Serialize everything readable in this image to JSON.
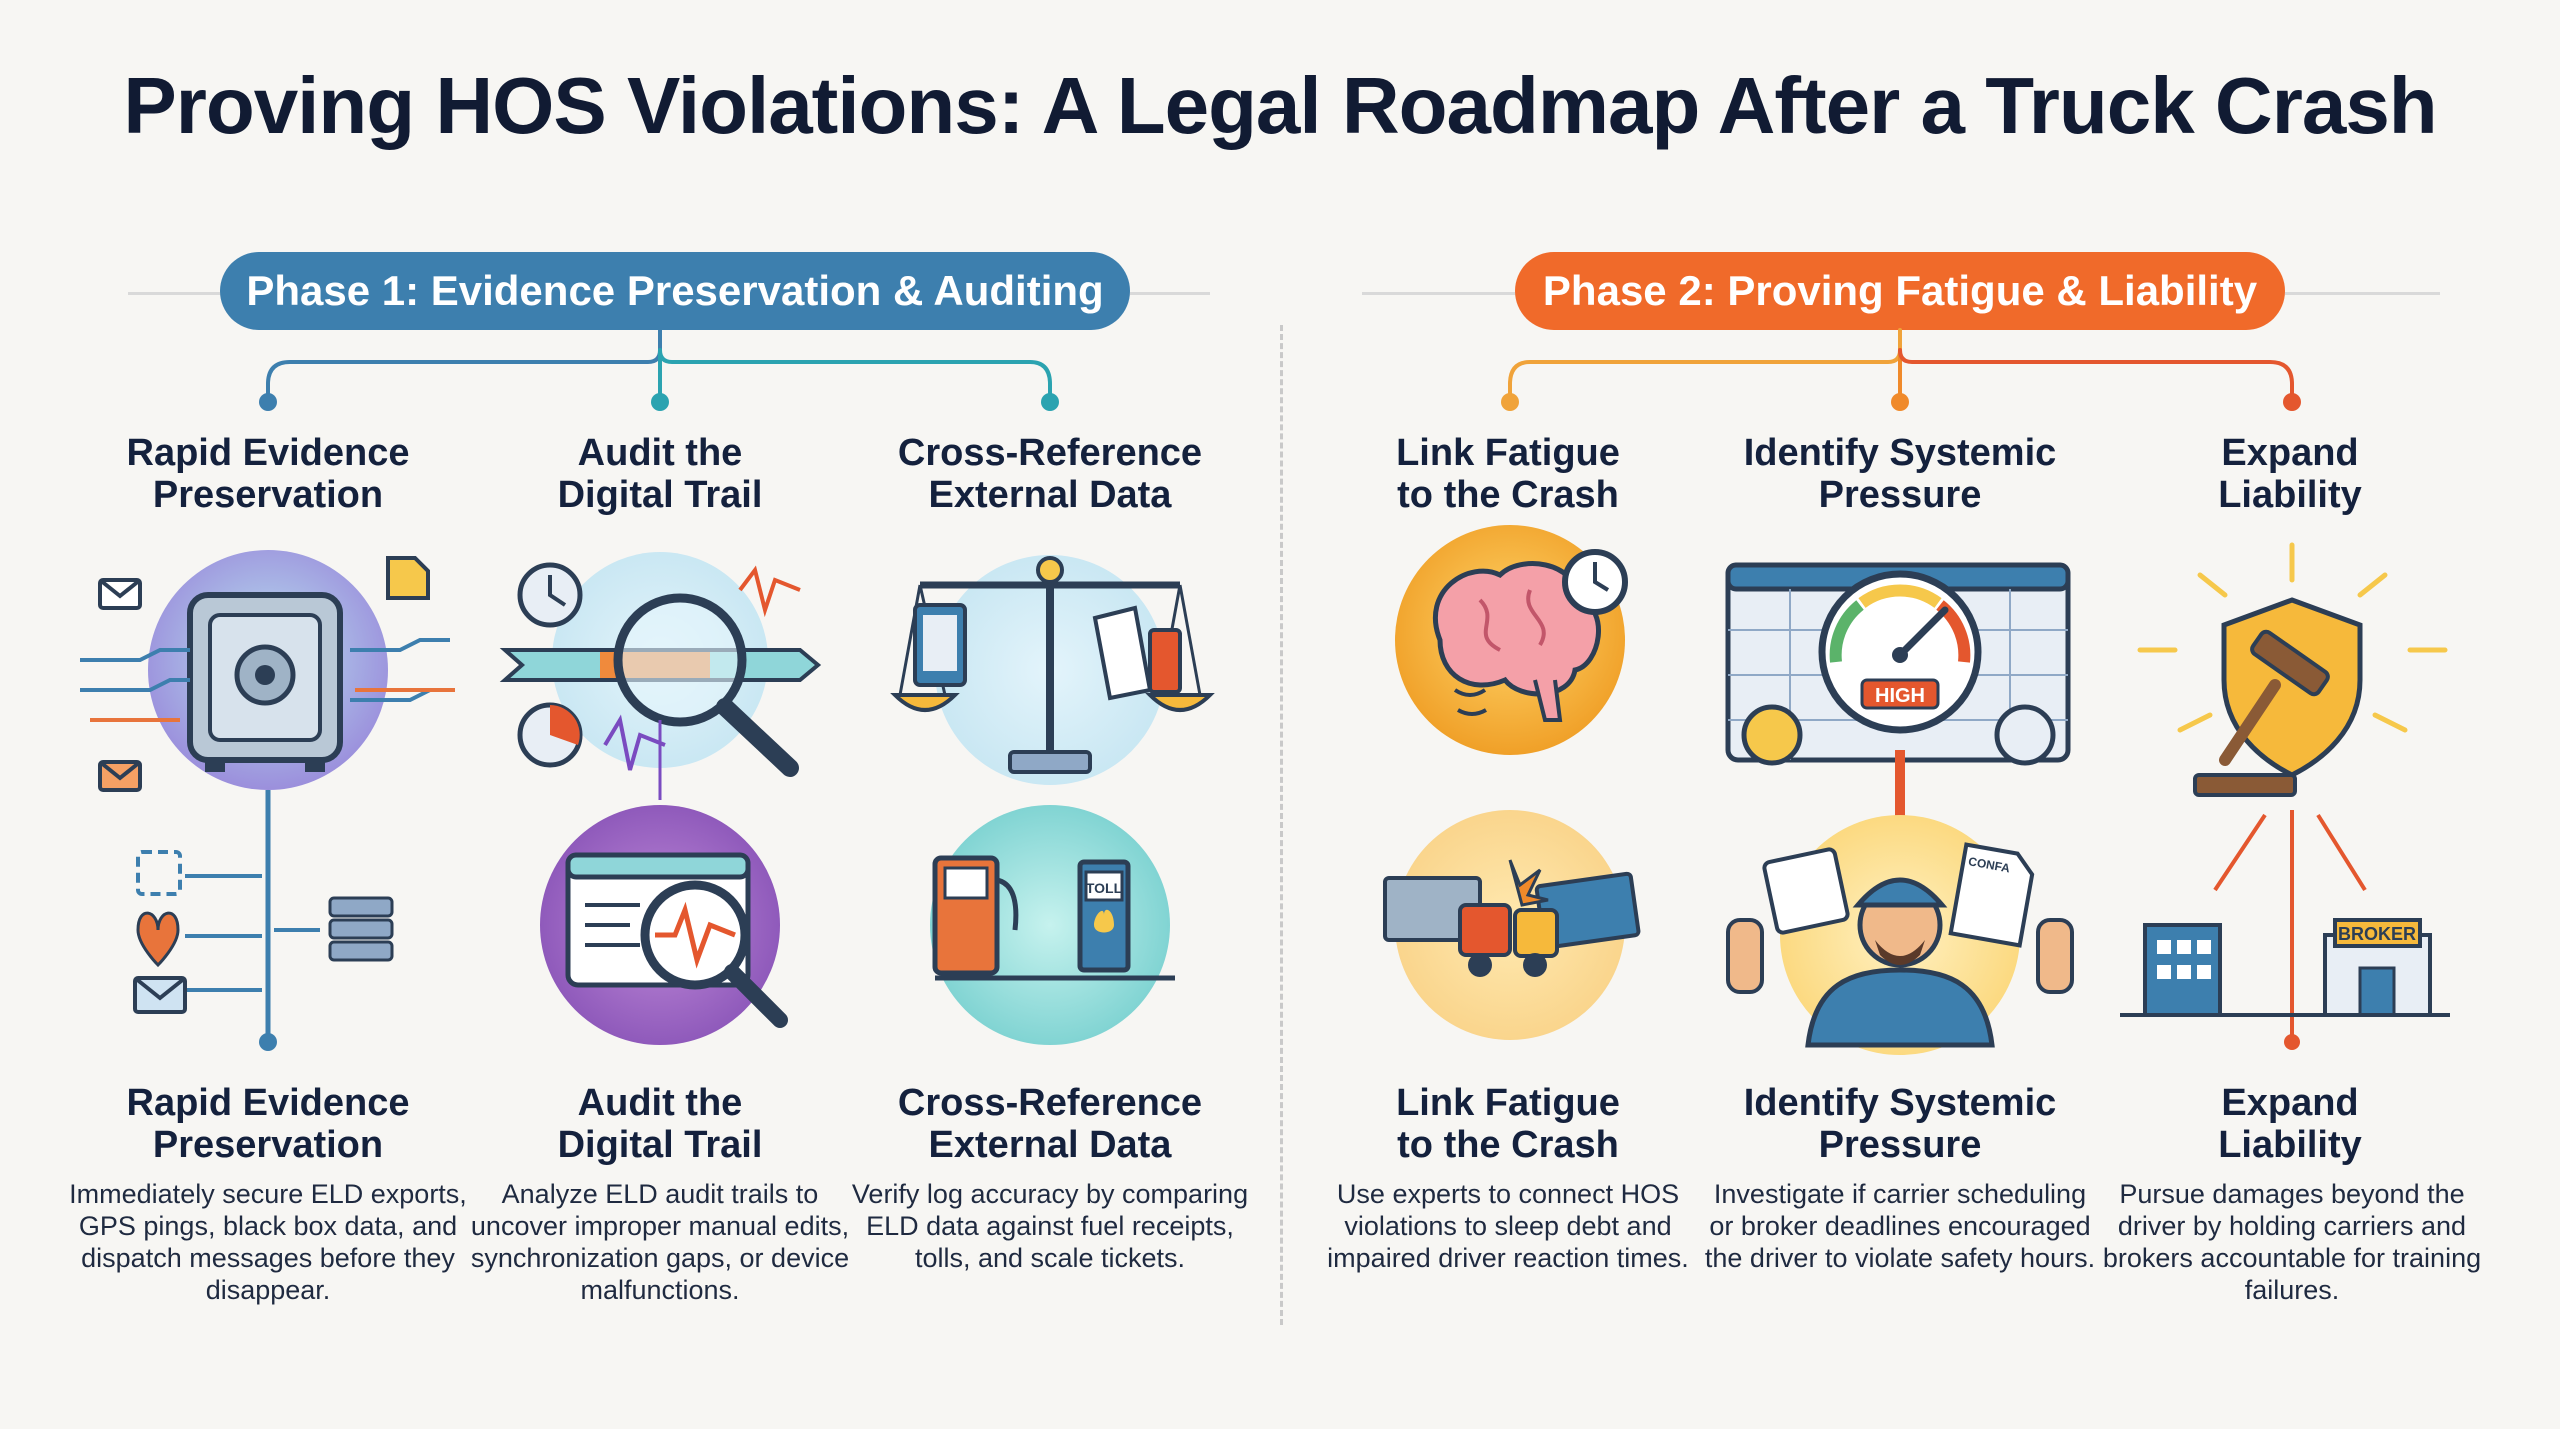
{
  "title": "Proving HOS Violations: A Legal Roadmap After a Truck Crash",
  "phases": [
    {
      "label": "Phase 1: Evidence Preservation & Auditing",
      "color": "#3d7fae"
    },
    {
      "label": "Phase 2: Proving Fatigue & Liability",
      "color": "#f06a2a"
    }
  ],
  "steps": [
    {
      "heading_line1": "Rapid Evidence",
      "heading_line2": "Preservation",
      "description": "Immediately secure ELD exports, GPS pings, black box data, and dispatch messages before they disappear.",
      "icon": "safe-vault-icon"
    },
    {
      "heading_line1": "Audit the",
      "heading_line2": "Digital Trail",
      "description": "Analyze ELD audit trails to uncover improper manual edits, synchronization gaps, or device malfunctions.",
      "icon": "magnifier-timeline-icon"
    },
    {
      "heading_line1": "Cross-Reference",
      "heading_line2": "External Data",
      "description": "Verify log accuracy by comparing ELD data against fuel receipts, tolls, and scale tickets.",
      "icon": "balance-scale-icon"
    },
    {
      "heading_line1": "Link Fatigue",
      "heading_line2": "to the Crash",
      "description": "Use experts to connect HOS violations to sleep debt and impaired driver reaction times.",
      "icon": "tired-brain-icon"
    },
    {
      "heading_line1": "Identify Systemic",
      "heading_line2": "Pressure",
      "description": "Investigate if carrier scheduling or broker deadlines encouraged the driver to violate safety hours.",
      "icon": "pressure-gauge-icon"
    },
    {
      "heading_line1": "Expand",
      "heading_line2": "Liability",
      "description": "Pursue damages beyond the driver by holding carriers and brokers accountable for training failures.",
      "icon": "shield-gavel-icon"
    }
  ],
  "icon_labels": {
    "gauge": "HIGH",
    "toll": "TOLL",
    "broker": "BROKER",
    "confirmation": "CONFA"
  }
}
